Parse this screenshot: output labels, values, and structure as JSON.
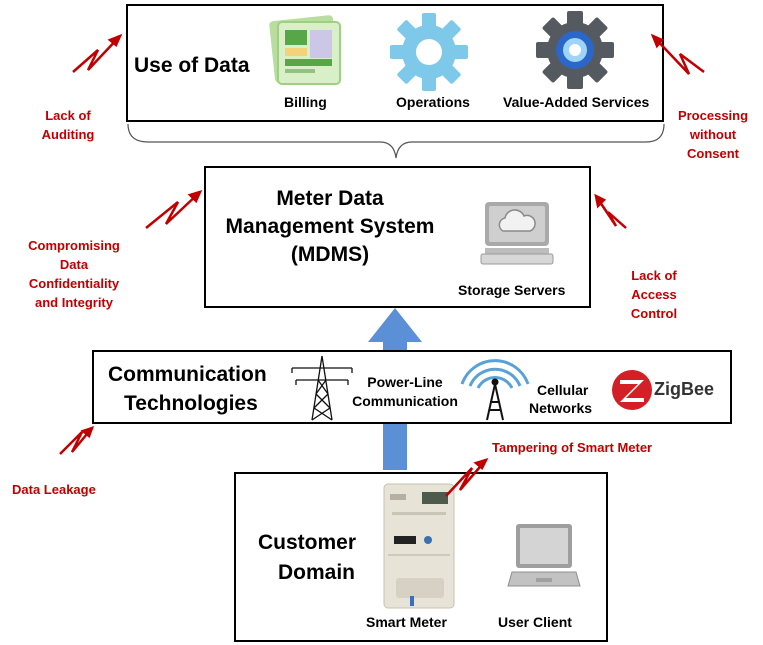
{
  "layers": {
    "use_of_data": {
      "title": "Use of Data",
      "items": [
        "Billing",
        "Operations",
        "Value-Added Services"
      ]
    },
    "mdms": {
      "title_line1": "Meter Data",
      "title_line2": "Management System",
      "title_line3": "(MDMS)",
      "storage_label": "Storage Servers"
    },
    "communication": {
      "title_line1": "Communication",
      "title_line2": "Technologies",
      "plc_line1": "Power-Line",
      "plc_line2": "Communication",
      "cellular_line1": "Cellular",
      "cellular_line2": "Networks",
      "zigbee_label": "ZigBee"
    },
    "customer": {
      "title_line1": "Customer",
      "title_line2": "Domain",
      "smart_meter_label": "Smart Meter",
      "user_client_label": "User Client"
    }
  },
  "threats": {
    "lack_of_auditing": [
      "Lack of",
      "Auditing"
    ],
    "processing_without_consent": [
      "Processing",
      "without",
      "Consent"
    ],
    "compromising_data": [
      "Compromising",
      "Data",
      "Confidentiality",
      "and Integrity"
    ],
    "lack_of_access_control": [
      "Lack of",
      "Access",
      "Control"
    ],
    "data_leakage": "Data Leakage",
    "tampering": "Tampering of Smart Meter"
  },
  "colors": {
    "threat_red": "#c00000",
    "arrow_blue": "#5b8fd6",
    "gear_blue": "#7ec8ea",
    "zigbee_red": "#d31f26"
  }
}
